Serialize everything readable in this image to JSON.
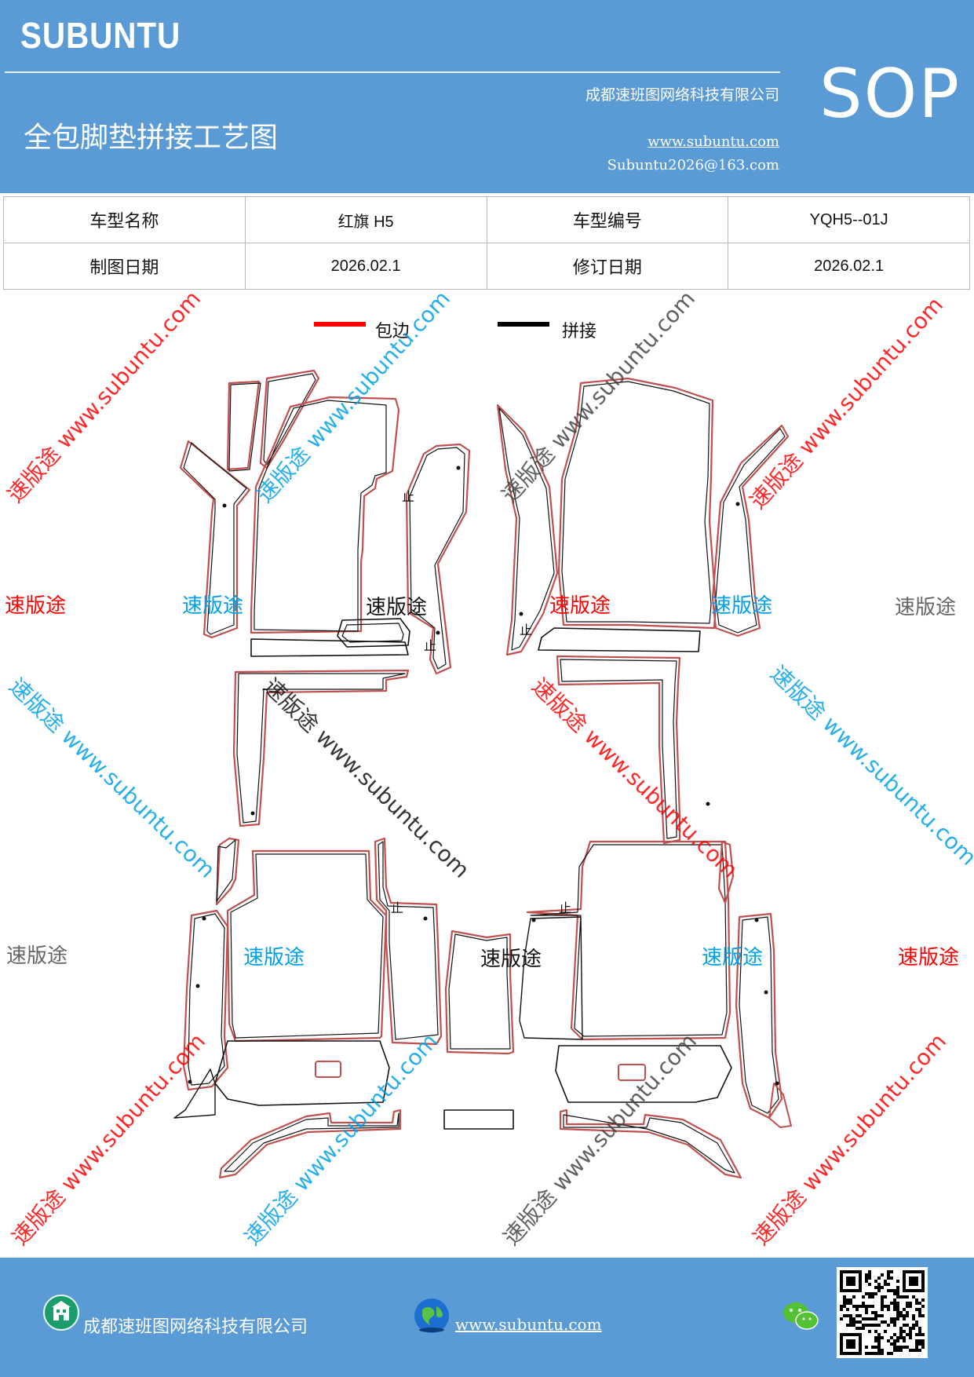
{
  "header": {
    "brand": "SUBUNTU",
    "company": "成都速班图网络科技有限公司",
    "title": "全包脚垫拼接工艺图",
    "website": "www.subuntu.com",
    "email": "Subuntu2026@163.com",
    "badge": "SOP",
    "colors": {
      "band": "#5b9bd5"
    }
  },
  "info_table": {
    "rows": [
      [
        "车型名称",
        "红旗 H5",
        "车型编号",
        "YQH5--01J"
      ],
      [
        "制图日期",
        "2026.02.1",
        "修订日期",
        "2026.02.1"
      ]
    ]
  },
  "legend": {
    "items": [
      {
        "label": "包边",
        "color": "#ff0000"
      },
      {
        "label": "拼接",
        "color": "#000000"
      }
    ]
  },
  "diagram": {
    "part_marker": "止",
    "edge_color": "#c0504d",
    "seam_color": "#111111"
  },
  "watermarks": {
    "label": "速版途",
    "diag_text": "速版途 www.subuntu.com",
    "colors": {
      "red": "#ff0000",
      "blue": "#00a0e9",
      "gray": "#666666",
      "black": "#000000"
    }
  },
  "footer": {
    "company": "成都速班图网络科技有限公司",
    "website": "www.subuntu.com",
    "icons": [
      "building-icon",
      "globe-icon",
      "wechat-icon",
      "qr-code"
    ]
  }
}
